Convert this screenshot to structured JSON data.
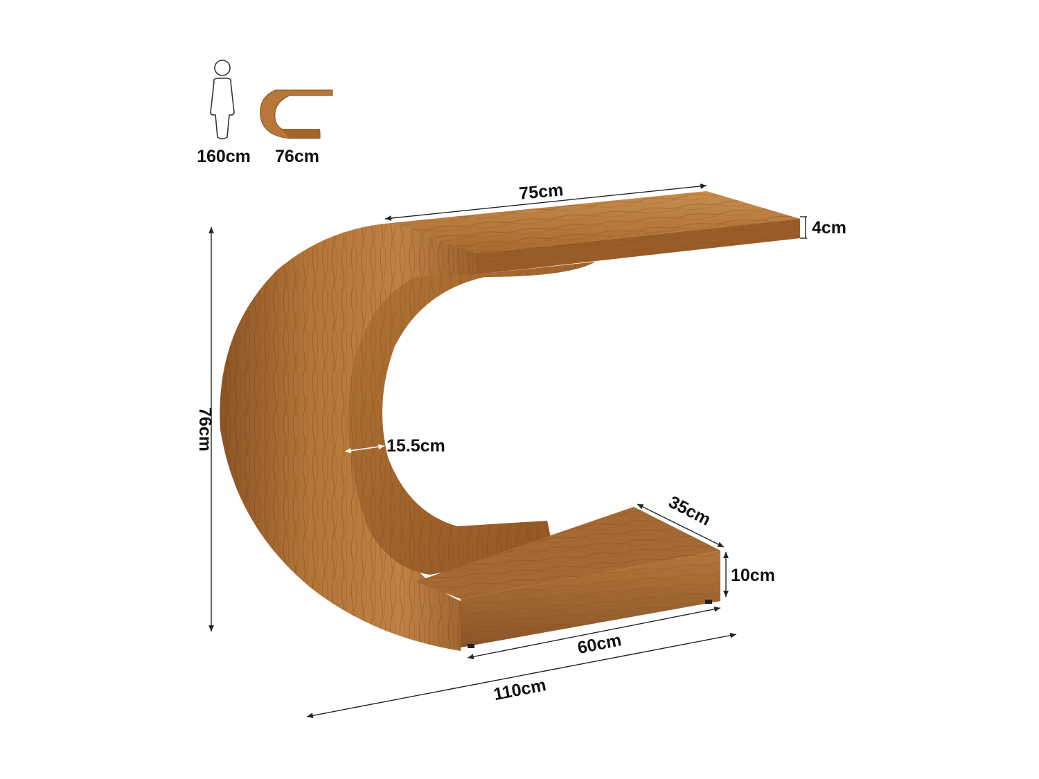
{
  "scale_reference": {
    "person_label": "160cm",
    "table_label": "76cm"
  },
  "dimensions": {
    "top_length": "75cm",
    "top_thickness": "4cm",
    "total_height": "76cm",
    "side_thickness": "15.5cm",
    "base_depth": "35cm",
    "base_height": "10cm",
    "base_length": "60cm",
    "total_length": "110cm"
  },
  "colors": {
    "wood_light": "#c58a47",
    "wood_mid": "#a86a30",
    "wood_dark": "#6e4020",
    "line": "#222222"
  }
}
